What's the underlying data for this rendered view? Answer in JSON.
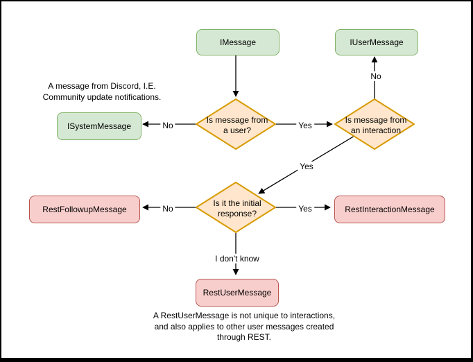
{
  "diagram": {
    "nodes": {
      "imessage": "IMessage",
      "iusermessage": "IUserMessage",
      "isystemmessage": "ISystemMessage",
      "restfollowupmessage": "RestFollowupMessage",
      "restinteractionmessage": "RestInteractionMessage",
      "restusermessage": "RestUserMessage"
    },
    "decisions": {
      "from_user": "Is message from\na user?",
      "from_interaction": "Is message from\nan interaction",
      "initial_response": "Is it the initial\nresponse?"
    },
    "edge_labels": {
      "system_no": "No",
      "interaction_yes": "Yes",
      "usermsg_no": "No",
      "diagonal_yes": "Yes",
      "followup_no": "No",
      "restinteraction_yes": "Yes",
      "idk": "I don't know"
    },
    "annotations": {
      "system_note": "A message from Discord, I.E.\nCommunity update notifications.",
      "restuser_note": "A RestUserMessage is not unique to interactions,\nand also applies to other user messages created\nthrough REST."
    },
    "colors": {
      "green_fill": "#d5e8d4",
      "green_stroke": "#82b366",
      "orange_fill": "#ffe6cc",
      "orange_stroke": "#d79b00",
      "red_fill": "#f8cecc",
      "red_stroke": "#b85450",
      "edge": "#000000"
    }
  }
}
